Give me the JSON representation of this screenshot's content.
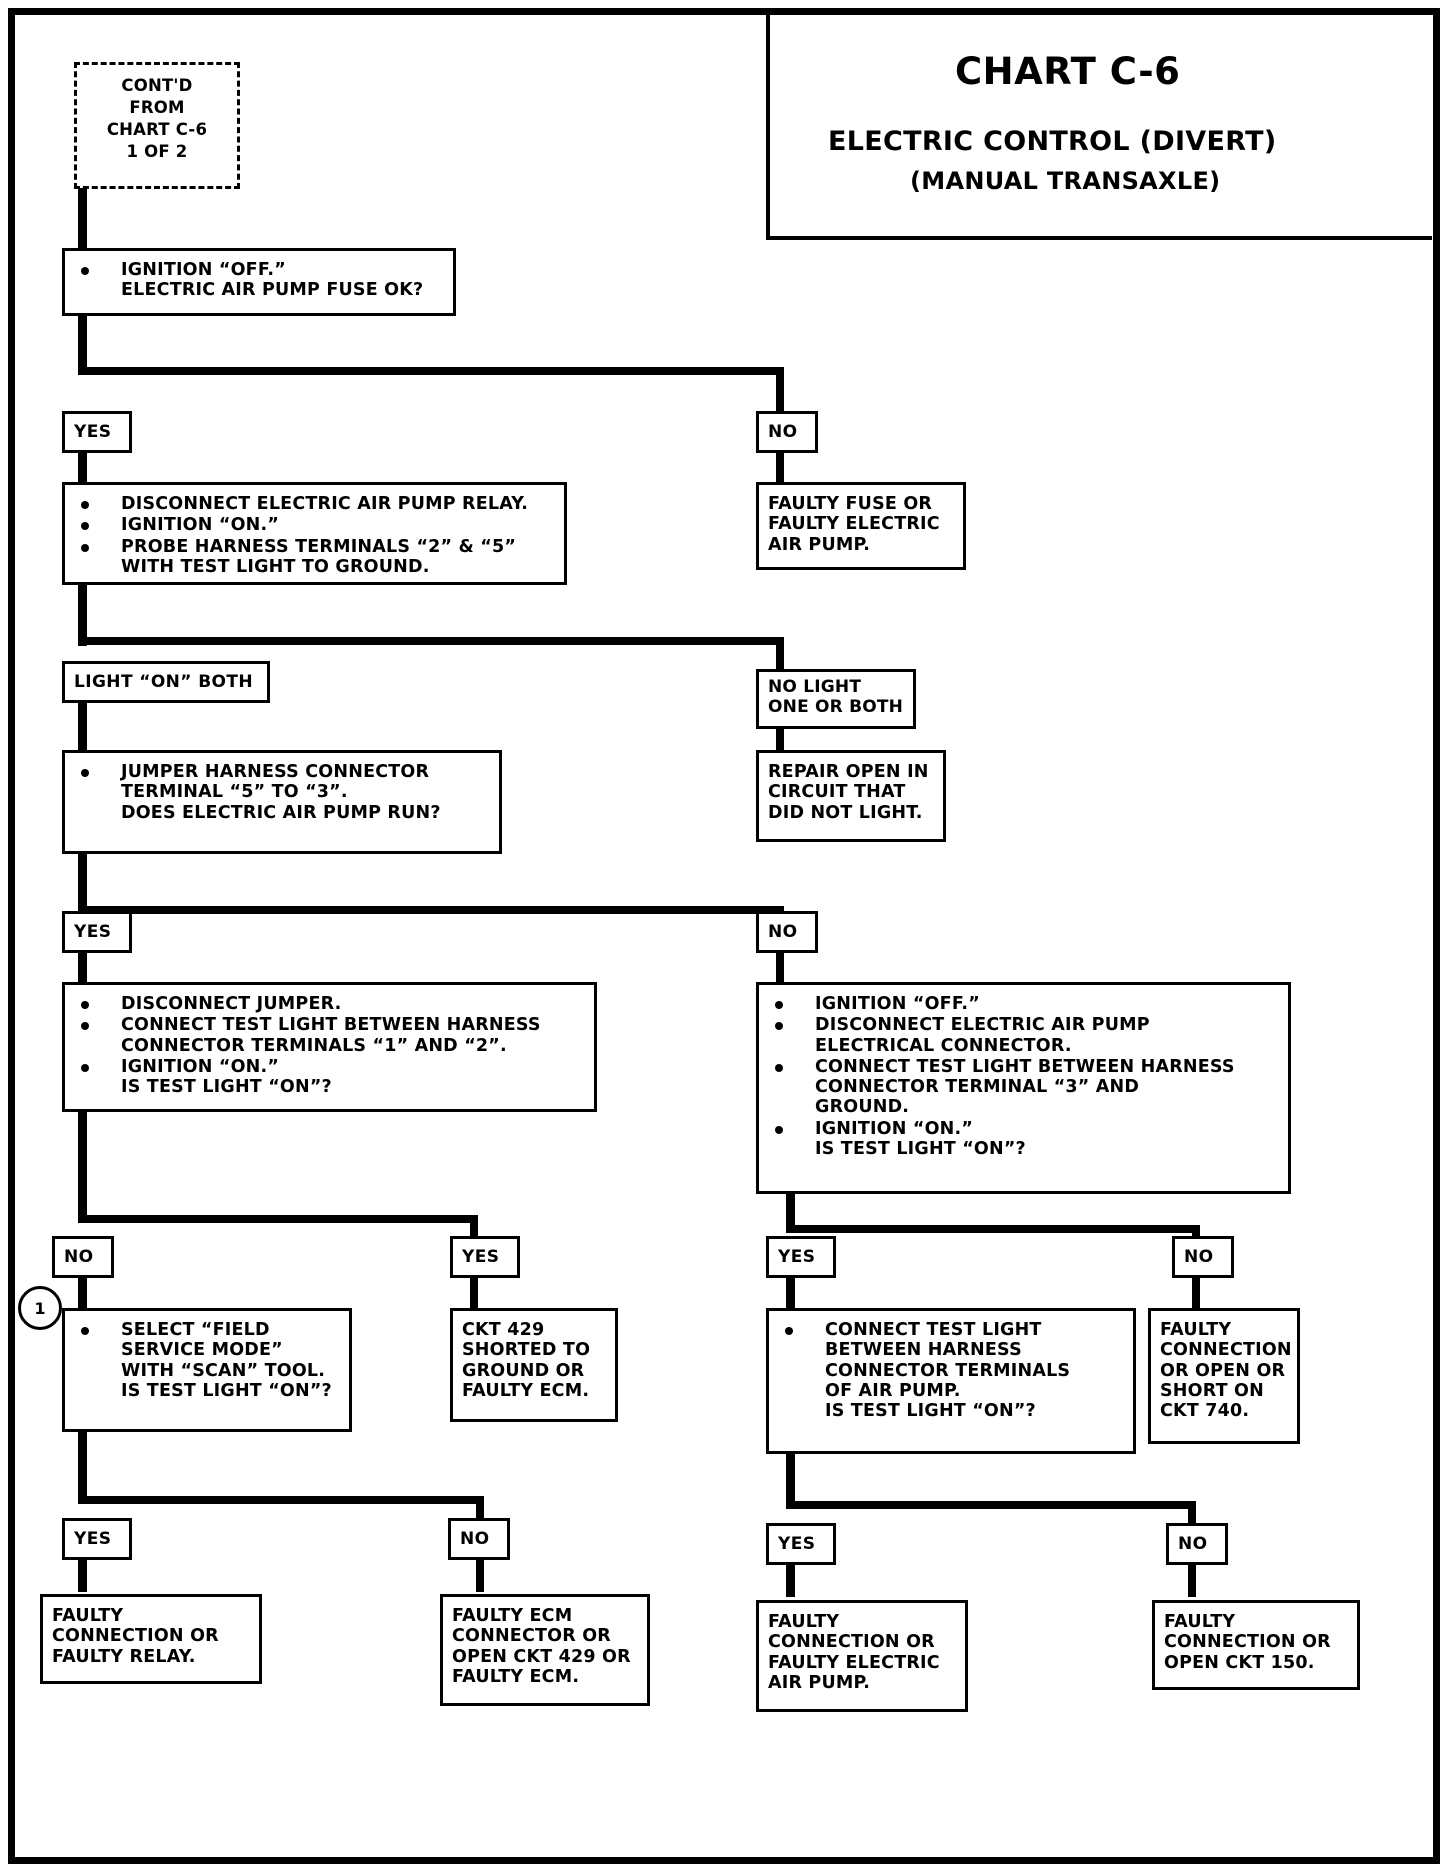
{
  "header": {
    "title": "CHART C-6",
    "subtitle_1": "ELECTRIC CONTROL (DIVERT)",
    "subtitle_2": "(MANUAL TRANSAXLE)"
  },
  "entry": {
    "line1": "CONT'D",
    "line2": "FROM",
    "line3": "CHART C-6",
    "line4": "1 OF 2"
  },
  "ref_marker": {
    "label": "1"
  },
  "labels": {
    "yes_1": "YES",
    "no_1": "NO",
    "light_on_both": "LIGHT “ON” BOTH",
    "no_light_l1": "NO LIGHT",
    "no_light_l2": "ONE OR BOTH",
    "yes_2": "YES",
    "no_2": "NO",
    "no_3": "NO",
    "yes_3": "YES",
    "yes_4": "YES",
    "no_4": "NO",
    "yes_5": "YES",
    "no_5": "NO",
    "yes_6": "YES",
    "no_6": "NO"
  },
  "steps": {
    "fuse_check": {
      "b1_l1": "IGNITION “OFF.”",
      "b1_l2": "ELECTRIC AIR PUMP FUSE OK?"
    },
    "probe_terminals": {
      "b1_l1": "DISCONNECT ELECTRIC AIR PUMP RELAY.",
      "b2_l1": "IGNITION “ON.”",
      "b3_l1": "PROBE HARNESS TERMINALS “2” & “5”",
      "b3_l2": "WITH TEST LIGHT TO GROUND."
    },
    "jumper_test": {
      "b1_l1": "JUMPER  HARNESS CONNECTOR",
      "b1_l2": "TERMINAL “5” TO “3”.",
      "b1_l3": "DOES ELECTRIC AIR PUMP RUN?"
    },
    "disconnect_jumper": {
      "b1_l1": "DISCONNECT JUMPER.",
      "b2_l1": "CONNECT TEST LIGHT BETWEEN HARNESS",
      "b2_l2": "CONNECTOR TERMINALS “1” AND “2”.",
      "b3_l1": "IGNITION “ON.”",
      "b3_l2": "IS TEST LIGHT “ON”?"
    },
    "pump_connector_test": {
      "b1_l1": "IGNITION “OFF.”",
      "b2_l1": "DISCONNECT ELECTRIC AIR PUMP",
      "b2_l2": "ELECTRICAL CONNECTOR.",
      "b3_l1": "CONNECT TEST LIGHT BETWEEN HARNESS",
      "b3_l2": "CONNECTOR TERMINAL “3”  AND",
      "b3_l3": "GROUND.",
      "b4_l1": "IGNITION “ON.”",
      "b4_l2": "IS TEST LIGHT “ON”?"
    },
    "field_service_mode": {
      "b1_l1": "SELECT “FIELD",
      "b1_l2": "SERVICE MODE”",
      "b1_l3": "WITH “SCAN” TOOL.",
      "b1_l4": "IS TEST LIGHT “ON”?"
    },
    "air_pump_terminals_test": {
      "b1_l1": "CONNECT TEST LIGHT",
      "b1_l2": "BETWEEN HARNESS",
      "b1_l3": "CONNECTOR TERMINALS",
      "b1_l4": "OF AIR PUMP.",
      "b1_l5": "IS TEST LIGHT “ON”?"
    }
  },
  "results": {
    "faulty_fuse": {
      "l1": "FAULTY FUSE OR",
      "l2": "FAULTY ELECTRIC",
      "l3": "AIR PUMP."
    },
    "repair_open": {
      "l1": "REPAIR OPEN IN",
      "l2": "CIRCUIT THAT",
      "l3": "DID NOT LIGHT."
    },
    "ckt_429_short": {
      "l1": "CKT 429",
      "l2": "SHORTED TO",
      "l3": "GROUND OR",
      "l4": "FAULTY ECM."
    },
    "faulty_ckt_740": {
      "l1": "FAULTY",
      "l2": "CONNECTION",
      "l3": "OR OPEN OR",
      "l4": "SHORT ON",
      "l5": "CKT 740."
    },
    "faulty_relay": {
      "l1": "FAULTY",
      "l2": "CONNECTION OR",
      "l3": "FAULTY RELAY."
    },
    "faulty_ecm_conn": {
      "l1": "FAULTY ECM",
      "l2": "CONNECTOR OR",
      "l3": "OPEN CKT 429 OR",
      "l4": "FAULTY ECM."
    },
    "faulty_air_pump": {
      "l1": "FAULTY",
      "l2": "CONNECTION OR",
      "l3": "FAULTY ELECTRIC",
      "l4": "AIR PUMP."
    },
    "faulty_ckt_150": {
      "l1": "FAULTY",
      "l2": "CONNECTION OR",
      "l3": "OPEN CKT 150."
    }
  }
}
